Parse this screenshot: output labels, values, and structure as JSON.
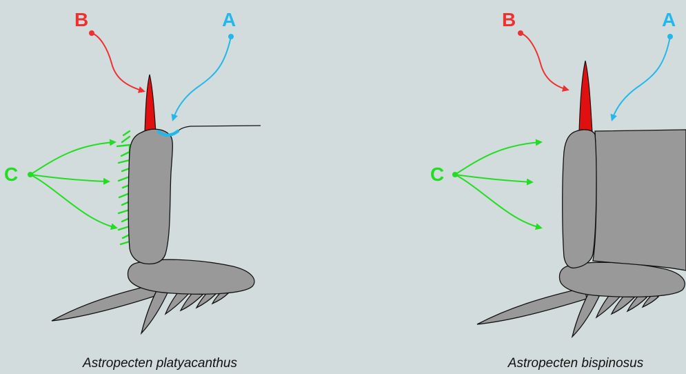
{
  "labels": {
    "a": "A",
    "b": "B",
    "c": "C"
  },
  "captions": {
    "left": "Astropecten platyacanthus",
    "right": "Astropecten bispinosus"
  },
  "colors": {
    "background": "#d3dcdc",
    "label_a": "#22b8ec",
    "label_b": "#ee3030",
    "label_c": "#22dd22",
    "spine": "#e01010",
    "body": "#999999",
    "outline": "#111111"
  }
}
